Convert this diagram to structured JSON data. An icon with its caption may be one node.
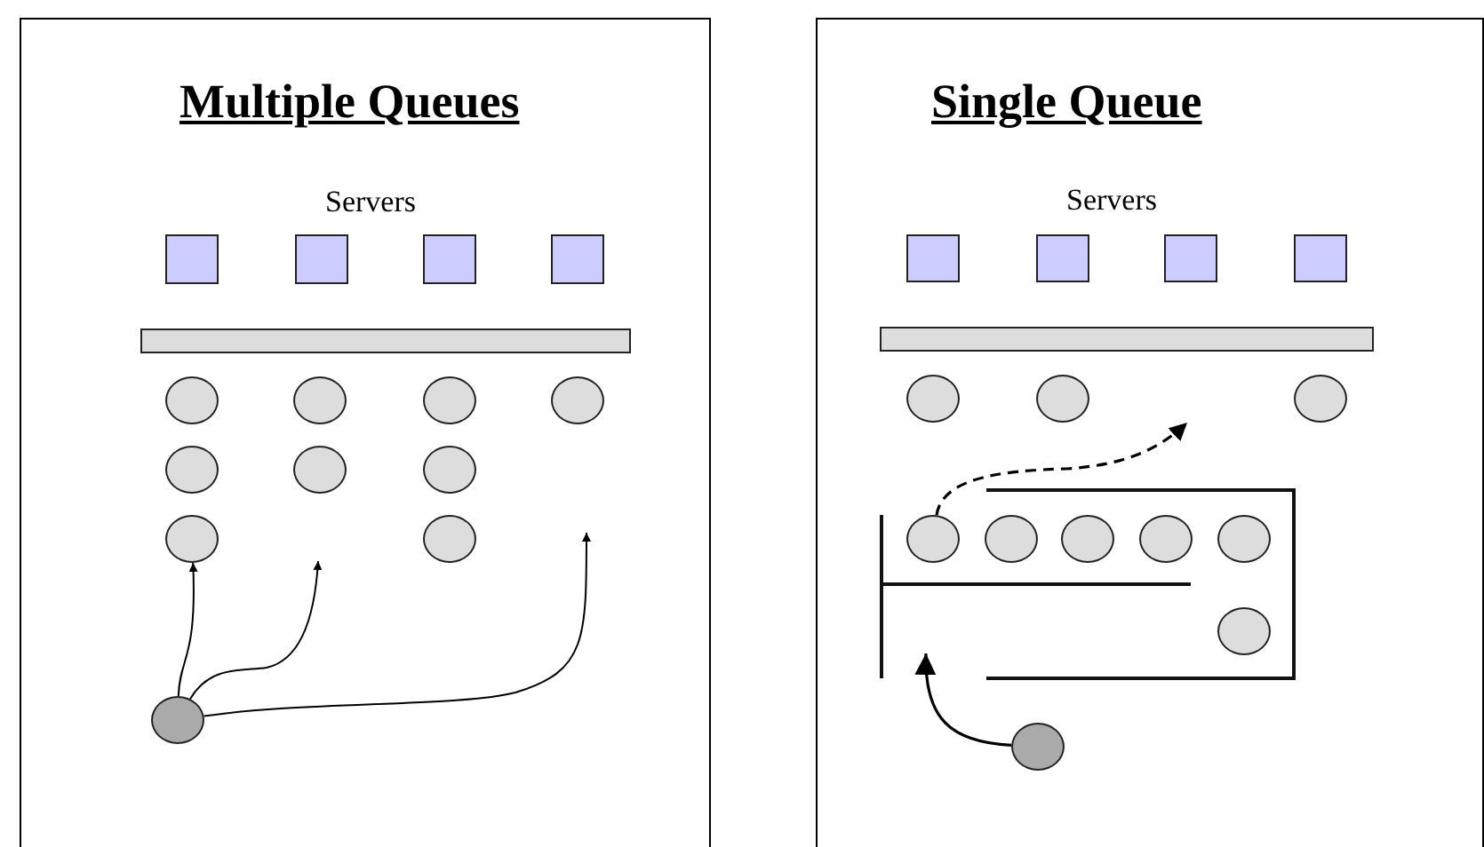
{
  "diagram": {
    "nodes": [
      {
        "text": [
          "Multiple Queues"
        ]
      },
      {
        "text": [],
        "shape": "box",
        "in": 0
      },
      {
        "text": [],
        "shape": "box",
        "in": 0
      },
      {
        "text": [],
        "shape": "box",
        "in": 0
      },
      {
        "text": [],
        "shape": "box",
        "in": 0
      },
      {
        "text": [],
        "shape": "bar",
        "in": 0
      },
      {
        "text": [],
        "shape": "circle",
        "in": 0
      },
      {
        "text": [],
        "shape": "circle",
        "in": 0
      },
      {
        "text": [],
        "shape": "circle",
        "in": 0
      },
      {
        "text": [],
        "shape": "circle",
        "in": 0
      },
      {
        "text": [],
        "shape": "circle",
        "in": 0
      },
      {
        "text": [],
        "shape": "circle",
        "in": 0
      },
      {
        "text": [],
        "shape": "circle",
        "in": 0
      },
      {
        "text": [],
        "shape": "circle",
        "in": 0
      },
      {
        "text": [],
        "shape": "circle",
        "in": 0
      },
      {
        "text": [],
        "shape": "circle",
        "in": 0
      },
      {
        "text": [
          "Single Queue"
        ]
      },
      {
        "text": [],
        "shape": "box",
        "in": 16
      },
      {
        "text": [],
        "shape": "box",
        "in": 16
      },
      {
        "text": [],
        "shape": "box",
        "in": 16
      },
      {
        "text": [],
        "shape": "box",
        "in": 16
      },
      {
        "text": [],
        "shape": "bar",
        "in": 16
      },
      {
        "text": [],
        "shape": "circle",
        "in": 16
      },
      {
        "text": [],
        "shape": "circle",
        "in": 16
      },
      {
        "text": [],
        "shape": "circle",
        "in": 16
      },
      {
        "text": [],
        "shape": "circle",
        "in": 16
      },
      {
        "text": [],
        "shape": "circle",
        "in": 16
      },
      {
        "text": [],
        "shape": "circle",
        "in": 16
      },
      {
        "text": [],
        "shape": "circle",
        "in": 16
      },
      {
        "text": [],
        "shape": "circle",
        "in": 16
      },
      {
        "text": [],
        "shape": "circle",
        "in": 16
      },
      {
        "text": [],
        "shape": "circle",
        "in": 16
      }
    ],
    "edges": [
      {
        "from": 15,
        "to": 13,
        "arrow": "to"
      },
      {
        "from": 15,
        "to": null,
        "arrow": "to"
      },
      {
        "from": 15,
        "to": null,
        "arrow": "to"
      },
      {
        "from": 25,
        "to": null,
        "arrow": "to",
        "style": "dashed"
      },
      {
        "from": 31,
        "to": null,
        "arrow": "to"
      }
    ],
    "labels": [
      "Servers",
      "Servers"
    ]
  }
}
